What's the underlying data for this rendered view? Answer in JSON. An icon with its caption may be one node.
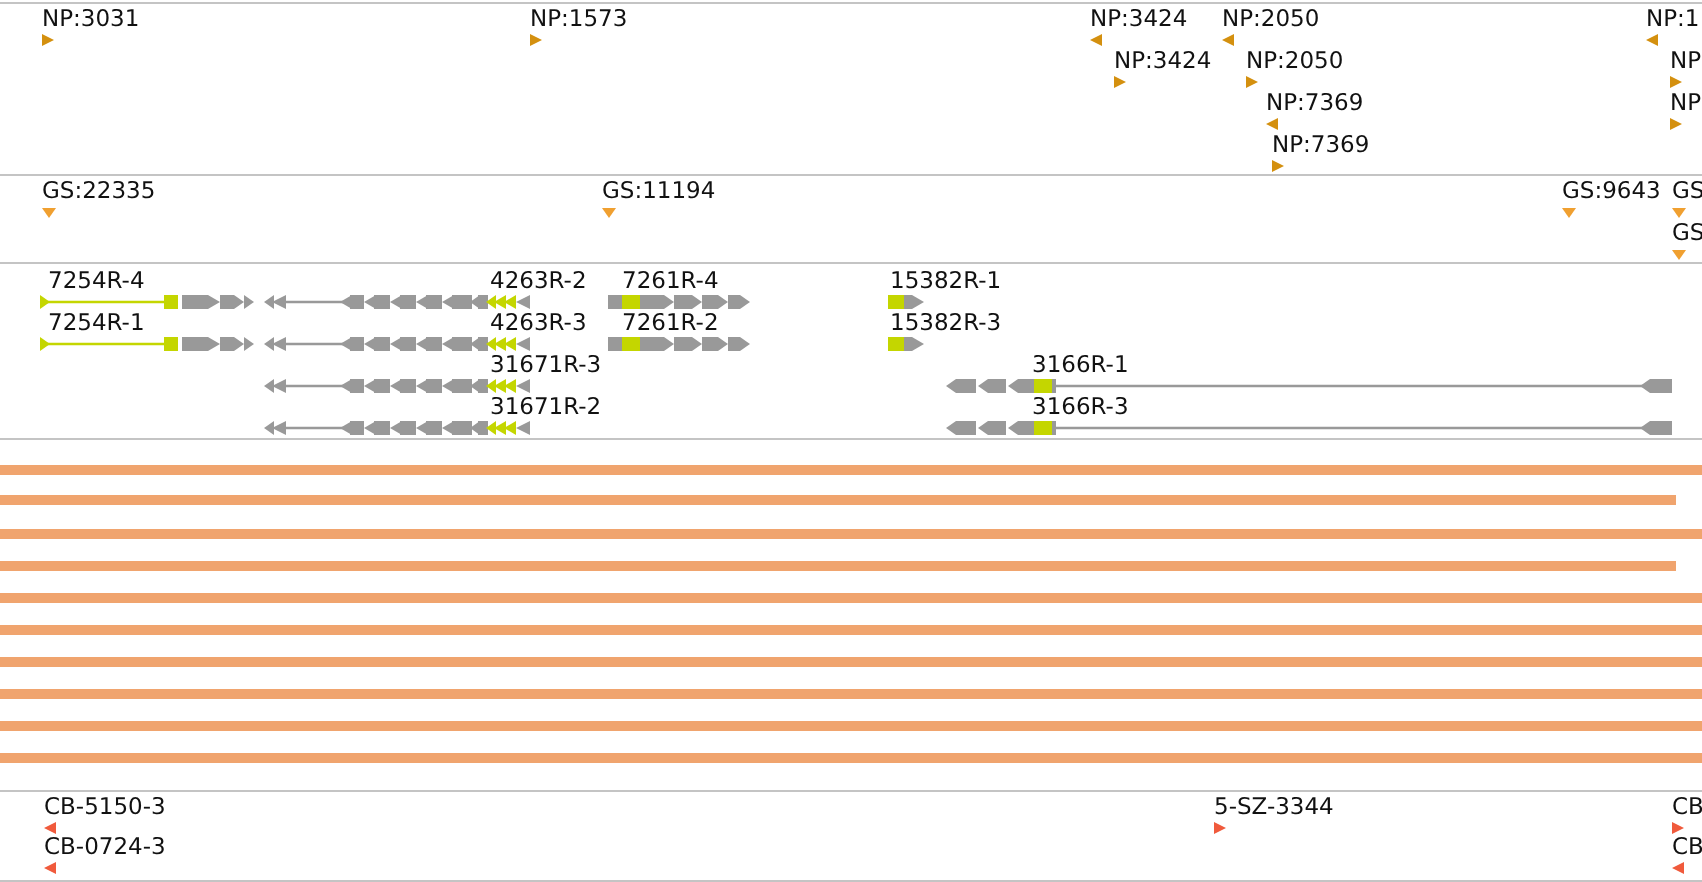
{
  "diagram": {
    "labels": [
      "NP:3031",
      "NP:1573",
      "NP:3424",
      "NP:2050",
      "NP:1",
      "NP:3424",
      "NP:2050",
      "NP",
      "NP:7369",
      "NP",
      "NP:7369",
      "GS:22335",
      "GS:11194",
      "GS:9643",
      "GS",
      "GS",
      "7254R-4",
      "4263R-2",
      "7261R-4",
      "15382R-1",
      "7254R-1",
      "4263R-3",
      "7261R-2",
      "15382R-3",
      "31671R-3",
      "3166R-1",
      "31671R-2",
      "3166R-3",
      "CB-5150-3",
      "5-SZ-3344",
      "CB",
      "CB-0724-3",
      "CB"
    ]
  }
}
